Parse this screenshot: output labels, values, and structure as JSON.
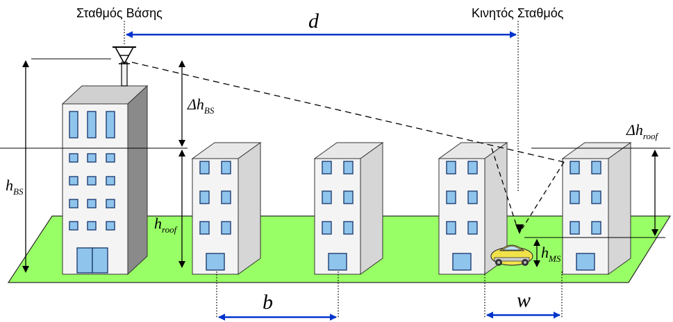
{
  "labels": {
    "base_station": "Σταθμός Βάσης",
    "mobile_station": "Κινητός Σταθμός"
  },
  "symbols": {
    "d": "d",
    "b": "b",
    "w": "w",
    "delta_h_bs": {
      "main": "Δh",
      "sub": "BS"
    },
    "h_bs": {
      "main": "h",
      "sub": "BS"
    },
    "h_roof": {
      "main": "h",
      "sub": "roof"
    },
    "h_ms": {
      "main": "h",
      "sub": "MS"
    },
    "delta_h_roof": {
      "main": "Δh",
      "sub": "roof"
    }
  },
  "colors": {
    "ground": "#99ff66",
    "ground_edge": "#2a2a2a",
    "arrow_blue": "#0033cc",
    "building_front": "#f4f4f4",
    "building_side_light": "#d6d6d6",
    "building_side_dark": "#8a8a8a",
    "building_top": "#e8e8e8",
    "window_fill": "#8fc4ec",
    "car": "#f2e24a"
  },
  "icons": [
    "antenna-icon",
    "car-icon"
  ]
}
